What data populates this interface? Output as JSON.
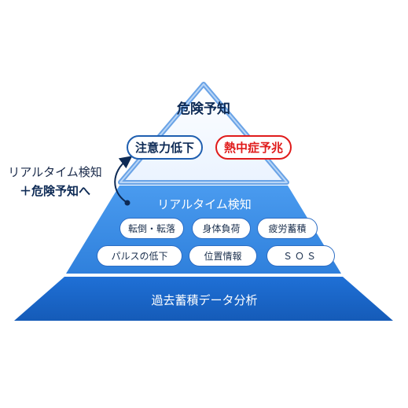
{
  "diagram": {
    "top_label": "危険予知",
    "predictions": [
      {
        "label": "注意力低下",
        "color": "#1f5fb0"
      },
      {
        "label": "熱中症予兆",
        "color": "#e01b1b"
      }
    ],
    "side_label_line1": "リアルタイム検知",
    "side_label_line2": "＋危険予知へ",
    "middle_tier": {
      "title": "リアルタイム検知",
      "items": [
        "転倒・転落",
        "身体負荷",
        "疲労蓄積",
        "パルスの低下",
        "位置情報",
        "ＳＯＳ"
      ]
    },
    "bottom_tier": {
      "title": "過去蓄積データ分析"
    },
    "colors": {
      "top_tier_fill": "#ffffff",
      "top_tier_edge": "#6aa3e6",
      "middle_tier_fill": "#3a8ee6",
      "bottom_tier_fill": "#1a64c8",
      "pill_border": "#2c6dc4",
      "prediction_border": "#1f5fb0",
      "alert_red": "#e01b1b"
    }
  }
}
